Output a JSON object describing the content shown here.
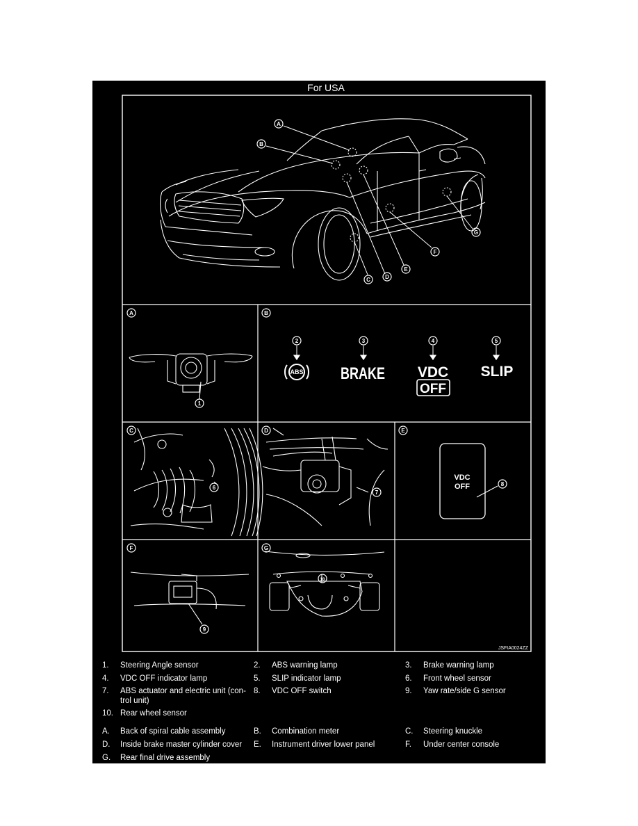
{
  "title": "For USA",
  "figure_id": "JSFIA0024ZZ",
  "callouts": {
    "A": "A",
    "B": "B",
    "C": "C",
    "D": "D",
    "E": "E",
    "F": "F",
    "G": "G",
    "n1": "1",
    "n2": "2",
    "n3": "3",
    "n4": "4",
    "n5": "5",
    "n6": "6",
    "n7": "7",
    "n8": "8",
    "n9": "9",
    "n10": "10"
  },
  "lamps": {
    "abs": "ABS",
    "brake": "BRAKE",
    "vdc": "VDC",
    "off": "OFF",
    "slip": "SLIP"
  },
  "switch_label": {
    "line1": "VDC",
    "line2": "OFF"
  },
  "legend_numbers": [
    {
      "num": "1.",
      "text": "Steering Angle sensor"
    },
    {
      "num": "2.",
      "text": "ABS warning lamp"
    },
    {
      "num": "3.",
      "text": "Brake warning lamp"
    },
    {
      "num": "4.",
      "text": "VDC OFF indicator lamp"
    },
    {
      "num": "5.",
      "text": "SLIP indicator lamp"
    },
    {
      "num": "6.",
      "text": "Front wheel sensor"
    },
    {
      "num": "7.",
      "text": "ABS actuator and electric unit (con-",
      "text2": "trol unit)"
    },
    {
      "num": "8.",
      "text": "VDC OFF switch"
    },
    {
      "num": "9.",
      "text": "Yaw rate/side G sensor"
    },
    {
      "num": "10.",
      "text": "Rear wheel sensor"
    }
  ],
  "legend_letters": [
    {
      "num": "A.",
      "text": "Back of spiral cable assembly"
    },
    {
      "num": "B.",
      "text": "Combination meter"
    },
    {
      "num": "C.",
      "text": "Steering knuckle"
    },
    {
      "num": "D.",
      "text": "Inside brake master cylinder cover"
    },
    {
      "num": "E.",
      "text": "Instrument driver lower panel"
    },
    {
      "num": "F.",
      "text": "Under center console"
    },
    {
      "num": "G.",
      "text": "Rear final drive assembly"
    }
  ]
}
